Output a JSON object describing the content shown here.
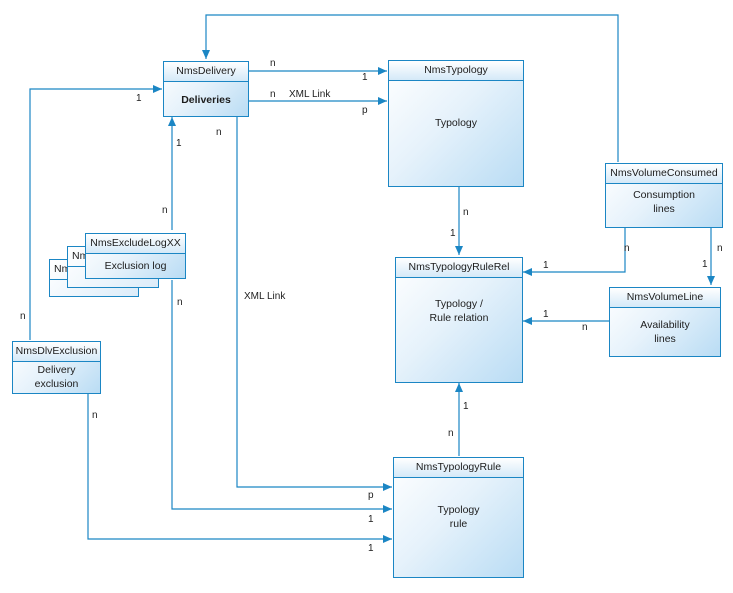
{
  "entities": {
    "delivery": {
      "name": "NmsDelivery",
      "label": "Deliveries"
    },
    "typology": {
      "name": "NmsTypology",
      "label": "Typology"
    },
    "volume_consumed": {
      "name": "NmsVolumeConsumed",
      "label": "Consumption\nlines"
    },
    "typology_rule_rel": {
      "name": "NmsTypologyRuleRel",
      "label": "Typology /\nRule relation"
    },
    "volume_line": {
      "name": "NmsVolumeLine",
      "label": "Availability\nlines"
    },
    "exclude_log": {
      "name": "NmsExcludeLogXX",
      "label": "Exclusion log",
      "stack_label_1": "Nm",
      "stack_label_2": "Nms"
    },
    "dlv_exclusion": {
      "name": "NmsDlvExclusion",
      "label": "Delivery\nexclusion"
    },
    "typology_rule": {
      "name": "NmsTypologyRule",
      "label": "Typology\nrule"
    }
  },
  "labels": {
    "del_typo_n": "n",
    "del_typo_1": "1",
    "del_typo_xml_n": "n",
    "xml_link_1": "XML Link",
    "del_typo_p": "p",
    "del_1_left": "1",
    "del_n_bottom": "n",
    "del_1_log": "1",
    "log_n_top": "n",
    "typo_rel_n": "n",
    "typo_rel_1": "1",
    "cons_rel_n": "n",
    "cons_rel_1": "1",
    "cons_vol_n": "n",
    "cons_vol_1": "1",
    "vol_rel_1": "1",
    "vol_rel_n": "n",
    "xml_link_2": "XML Link",
    "log_n_bottom": "n",
    "dlvex_n_top": "n",
    "dlvex_n_bottom": "n",
    "rel_rule_1": "1",
    "rel_rule_n": "n",
    "rule_p": "p",
    "rule_1_a": "1",
    "rule_1_b": "1"
  }
}
